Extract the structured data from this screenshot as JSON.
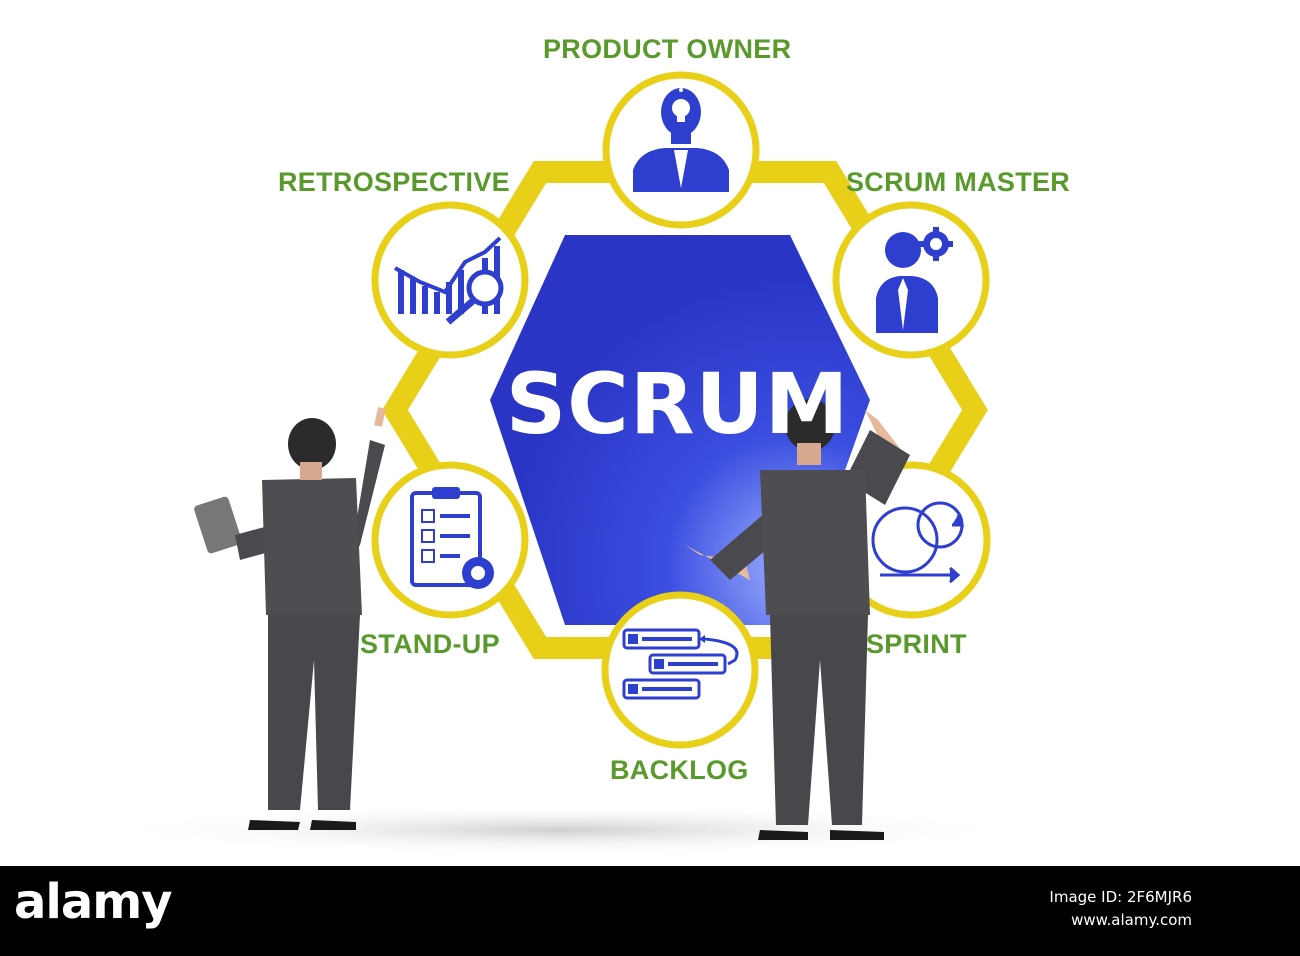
{
  "diagram": {
    "center_label": "SCRUM",
    "nodes": [
      {
        "id": "product-owner",
        "label": "PRODUCT OWNER",
        "icon": "person-lightbulb-icon"
      },
      {
        "id": "scrum-master",
        "label": "SCRUM MASTER",
        "icon": "person-gear-icon"
      },
      {
        "id": "sprint",
        "label": "SPRINT",
        "icon": "cycle-arrows-icon"
      },
      {
        "id": "backlog",
        "label": "BACKLOG",
        "icon": "backlog-list-icon"
      },
      {
        "id": "stand-up",
        "label": "STAND-UP",
        "icon": "checklist-gear-icon"
      },
      {
        "id": "retrospective",
        "label": "RETROSPECTIVE",
        "icon": "chart-magnifier-icon"
      }
    ],
    "colors": {
      "hexagon": "#2e3fd0",
      "ring": "#e8cf18",
      "label": "#5a9a2c",
      "icon": "#2e3fd0"
    }
  },
  "watermark": {
    "brand": "alamy",
    "image_id": "Image ID: 2F6MJR6",
    "url": "www.alamy.com"
  }
}
